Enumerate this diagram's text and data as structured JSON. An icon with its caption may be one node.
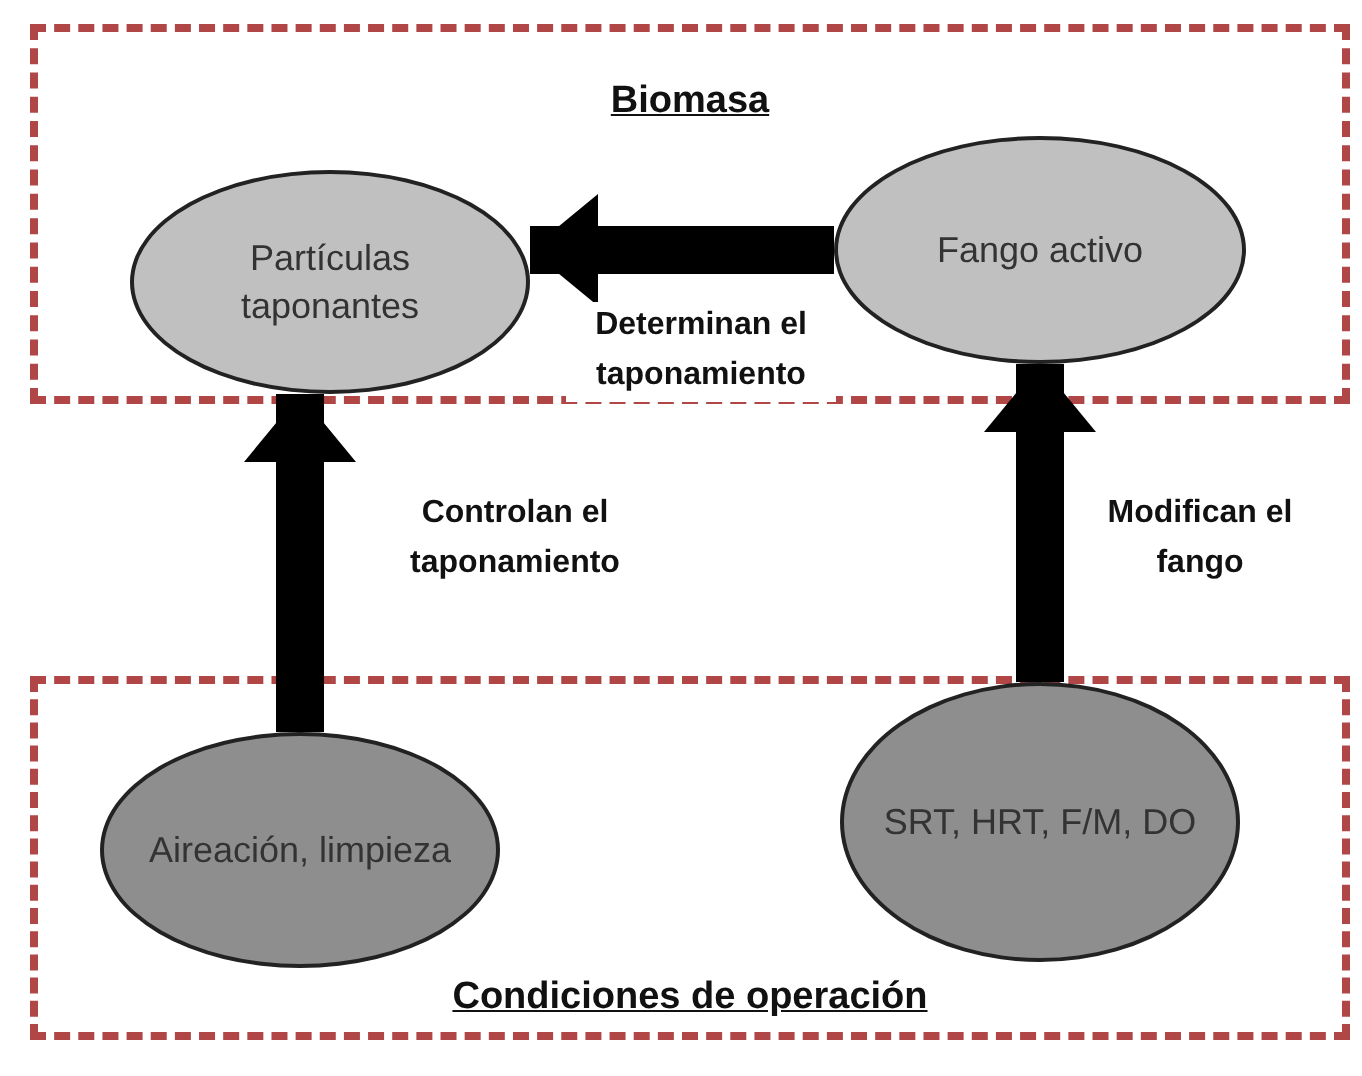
{
  "diagram": {
    "nodes": [
      {
        "text": [
          "Biomasa"
        ]
      },
      {
        "text": [
          "Partículas taponantes"
        ],
        "in": 0
      },
      {
        "text": [
          "Fango activo"
        ],
        "in": 0
      },
      {
        "text": [
          "Condiciones de operación"
        ]
      },
      {
        "text": [
          "Aireación, limpieza"
        ],
        "in": 3
      },
      {
        "text": [
          "SRT, HRT, F/M, DO"
        ],
        "in": 3
      }
    ],
    "edges": [
      {
        "from": 2,
        "to": 1,
        "arrow": "to",
        "label": "Determinan el taponamiento"
      },
      {
        "from": 4,
        "to": 1,
        "arrow": "to",
        "label": "Controlan el taponamiento"
      },
      {
        "from": 5,
        "to": 2,
        "arrow": "to",
        "label": "Modifican el fango"
      }
    ]
  }
}
